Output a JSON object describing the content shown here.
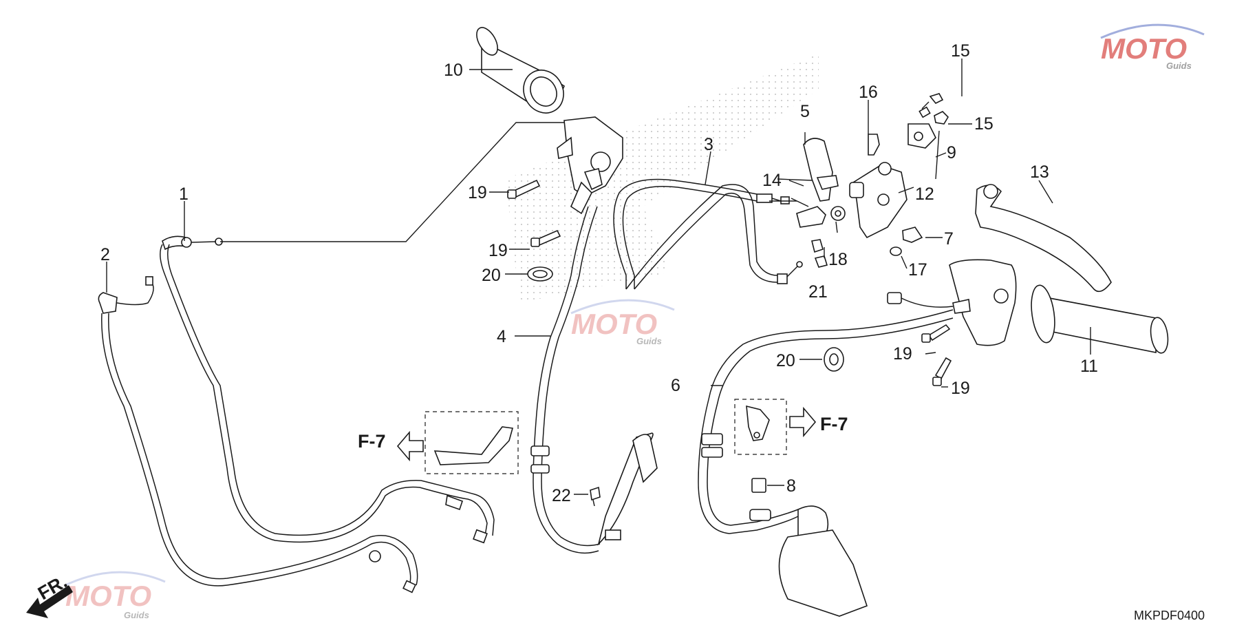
{
  "diagram": {
    "code": "MKPDF0400",
    "fr_label": "FR.",
    "ref_left": "F-7",
    "ref_right": "F-7",
    "watermark": {
      "brand": "MOTO",
      "sub": "Guids",
      "color": "#d9534f"
    },
    "callouts": [
      "1",
      "2",
      "3",
      "4",
      "5",
      "6",
      "7",
      "8",
      "9",
      "10",
      "11",
      "12",
      "13",
      "14",
      "15",
      "15",
      "16",
      "17",
      "18",
      "19",
      "19",
      "19",
      "19",
      "20",
      "20",
      "21",
      "22"
    ]
  }
}
